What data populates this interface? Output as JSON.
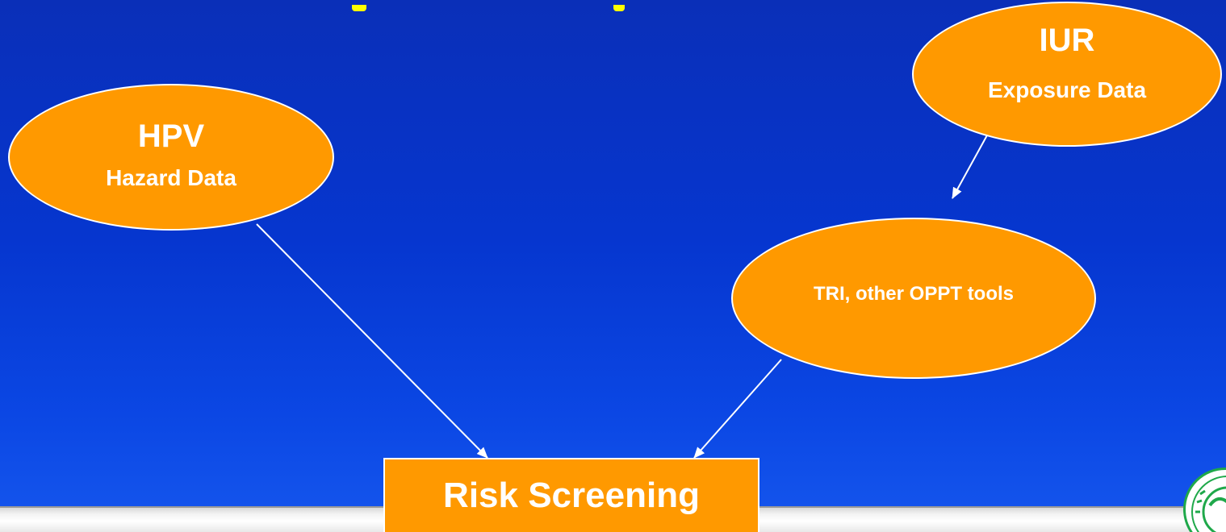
{
  "nodes": {
    "hpv": {
      "title": "HPV",
      "subtitle": "Hazard Data"
    },
    "iur": {
      "title": "IUR",
      "subtitle": "Exposure Data"
    },
    "tri": {
      "label": "TRI, other OPPT tools"
    },
    "risk": {
      "label": "Risk Screening"
    }
  },
  "edges": [
    {
      "from": "hpv",
      "to": "risk"
    },
    {
      "from": "iur",
      "to": "tri"
    },
    {
      "from": "tri",
      "to": "risk"
    }
  ],
  "colors": {
    "background": "#0636cf",
    "node_fill": "#ff9900",
    "node_border": "#ffffff",
    "node_text": "#ffffff",
    "title_text": "#ffff00",
    "seal_green": "#1fa84a"
  }
}
